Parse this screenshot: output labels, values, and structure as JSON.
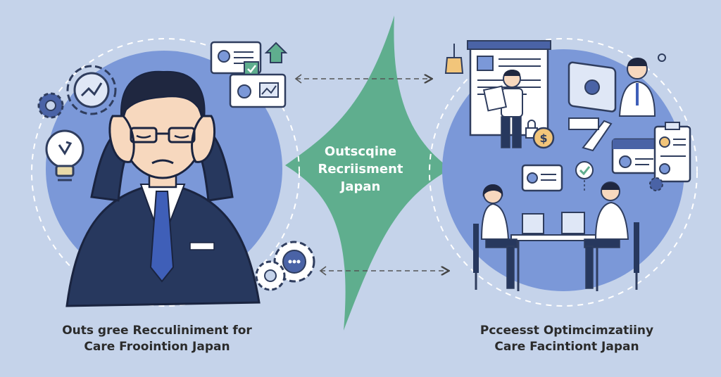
{
  "center": {
    "line1": "Outscqine",
    "line2": "Recriisment",
    "line3": "Japan"
  },
  "left_caption": {
    "line1": "Outs gree Recculiniment for",
    "line2": "Care Froointion Japan"
  },
  "right_caption": {
    "line1": "Pcceesst Optimcimzatiiny",
    "line2": "Care Facintiont Japan"
  },
  "money_symbol": "$",
  "colors": {
    "background": "#c5d3ea",
    "circle": "#7b98d8",
    "center_shape": "#5fae8e",
    "suit": "#27385e",
    "tie": "#3f5fb8",
    "ink": "#2b2b2b"
  }
}
